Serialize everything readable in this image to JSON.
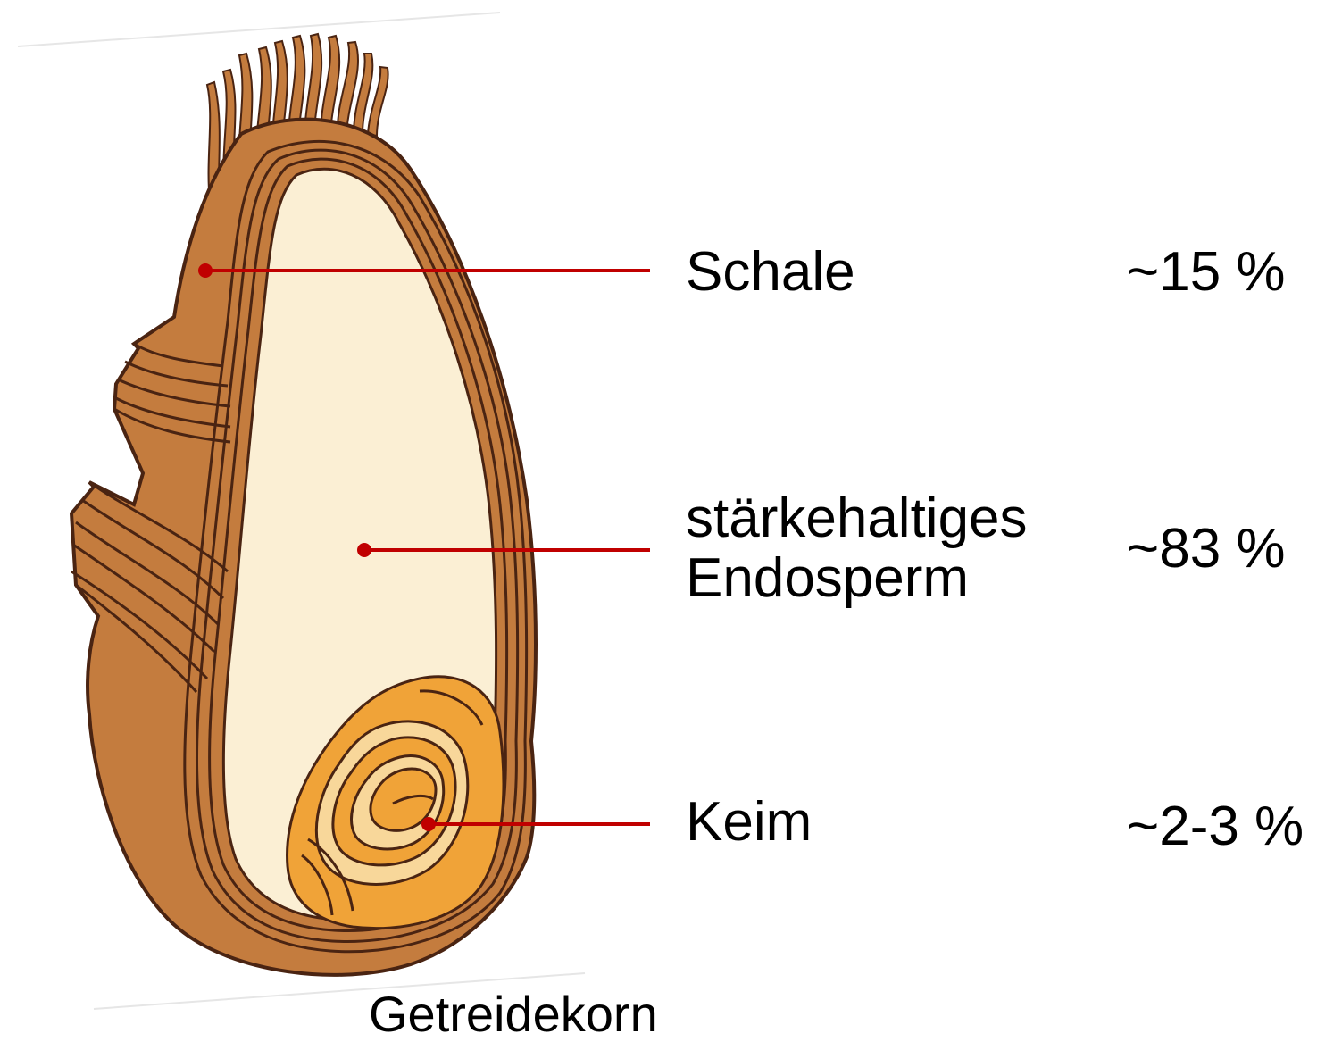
{
  "caption": "Getreidekorn",
  "parts": [
    {
      "id": "schale",
      "label": "Schale",
      "percent": "~15 %"
    },
    {
      "id": "endosperm",
      "label_line1": "stärkehaltiges",
      "label_line2": "Endosperm",
      "percent": "~83 %"
    },
    {
      "id": "keim",
      "label": "Keim",
      "percent": "~2-3 %"
    }
  ],
  "colors": {
    "bran": "#c47c3e",
    "bran_outline": "#4a2412",
    "endosperm": "#fbefd4",
    "germ": "#f0a338",
    "germ_light": "#f8d79a",
    "leader": "#c00000"
  }
}
